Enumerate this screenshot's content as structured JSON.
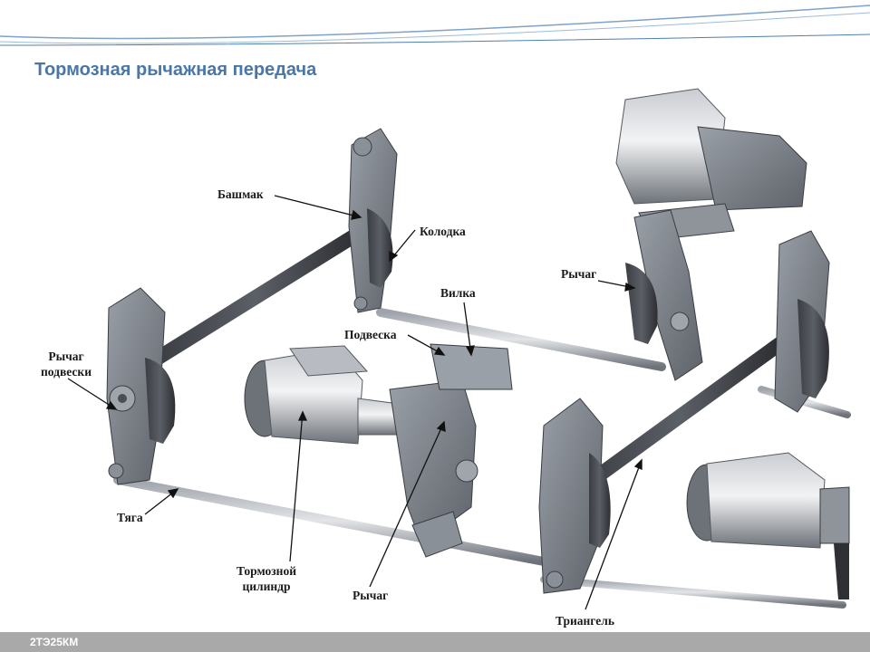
{
  "header": {
    "title": "Тормозная рычажная передача"
  },
  "labels": {
    "bashmak": "Башмак",
    "kolodka": "Колодка",
    "rychag_top": "Рычаг",
    "vilka": "Вилка",
    "podveska": "Подвеска",
    "rychag_podveski_1": "Рычаг",
    "rychag_podveski_2": "подвески",
    "tyaga": "Тяга",
    "cyl_1": "Тормозной",
    "cyl_2": "цилиндр",
    "rychag_bottom": "Рычаг",
    "triangel": "Триангель"
  },
  "footer": {
    "model": "2ТЭ25КМ"
  },
  "colors": {
    "title": "#4a76a8",
    "footer": "#a9a9a9",
    "metal": "#7c828a",
    "shoe": "#2e3033"
  }
}
